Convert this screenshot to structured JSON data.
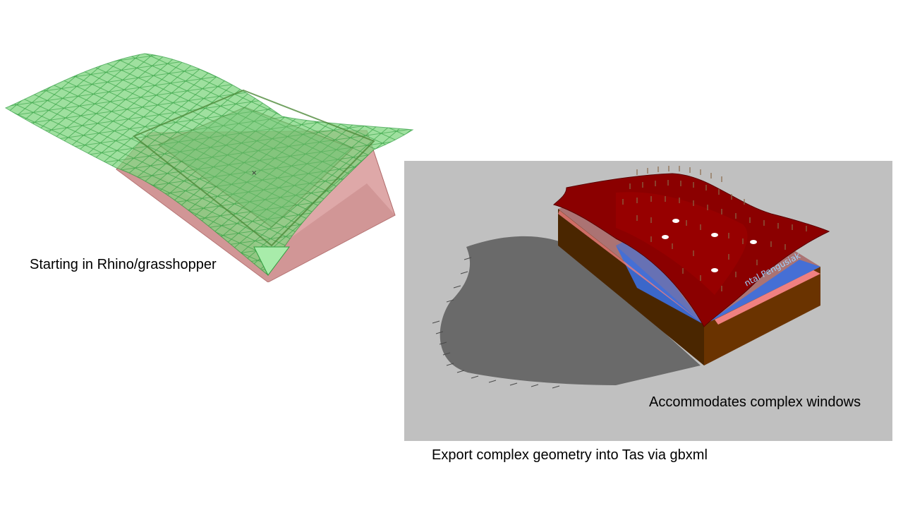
{
  "slide": {
    "rhino_caption": "Starting in Rhino/grasshopper",
    "export_caption": "Export complex geometry into Tas via gbxml",
    "windows_caption": "Accommodates complex windows"
  },
  "rhino_model": {
    "surface_color": "#7fd67f",
    "mesh_line_color": "#2e9e3e",
    "base_color": "#d99a9a",
    "base_edge_color": "#a05050"
  },
  "tas_model": {
    "background_color": "#c0c0c0",
    "roof_color": "#8b0000",
    "glazing_color": "#3a6fe0",
    "wall_color": "#5a2e00",
    "shadow_color": "#6a6a6a",
    "tree_color": "#8a6a4a"
  }
}
